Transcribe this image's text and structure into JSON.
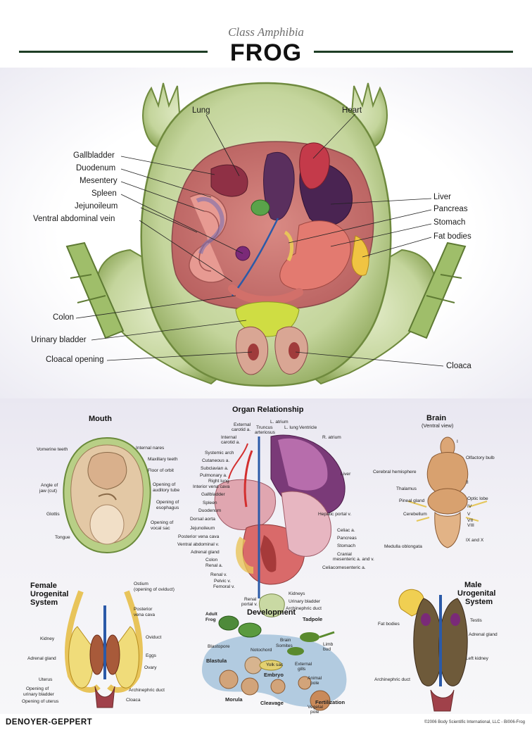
{
  "header": {
    "subtitle": "Class Amphibia",
    "title": "FROG"
  },
  "main_labels": {
    "lung": "Lung",
    "heart": "Heart",
    "gallbladder": "Gallbladder",
    "duodenum": "Duodenum",
    "mesentery": "Mesentery",
    "spleen": "Spleen",
    "jejunoileum": "Jejunoileum",
    "ventral_abdominal_vein": "Ventral abdominal vein",
    "liver": "Liver",
    "pancreas": "Pancreas",
    "stomach": "Stomach",
    "fat_bodies": "Fat bodies",
    "colon": "Colon",
    "urinary_bladder": "Urinary bladder",
    "cloacal_opening": "Cloacal opening",
    "cloaca": "Cloaca"
  },
  "mouth": {
    "title": "Mouth",
    "vomerine_teeth": "Vomerine teeth",
    "internal_nares": "Internal nares",
    "maxillary_teeth": "Maxillary teeth",
    "floor_of_orbit": "Floor of orbit",
    "angle_of_jaw_1": "Angle of",
    "angle_of_jaw_2": "jaw (cut)",
    "opening_auditory_1": "Opening of",
    "opening_auditory_2": "auditory tube",
    "opening_esophagus_1": "Opening of",
    "opening_esophagus_2": "esophagus",
    "glottis": "Glottis",
    "opening_vocal_1": "Opening of",
    "opening_vocal_2": "vocal sac",
    "tongue": "Tongue"
  },
  "organ": {
    "title": "Organ Relationship",
    "external_carotid_1": "External",
    "external_carotid_2": "carotid a.",
    "truncus_1": "Truncus",
    "truncus_2": "arteriosus",
    "l_atrium": "L. atrium",
    "l_lung": "L. lung",
    "ventricle": "Ventricle",
    "r_atrium": "R. atrium",
    "internal_carotid_1": "Internal",
    "internal_carotid_2": "carotid a.",
    "systemic_arch": "Systemic arch",
    "cutaneous": "Cutaneous a.",
    "subclavian": "Subclavian a.",
    "pulmonary": "Pulmonary a.",
    "right_lung": "Right lung",
    "interior_vena_cava": "Interior vena cava",
    "gallbladder": "Gallbladder",
    "spleen": "Spleen",
    "duodenum": "Duodenum",
    "dorsal_aorta": "Dorsal aorta",
    "jejunoileum": "Jejunoileum",
    "posterior_vena_cava": "Posterior vena cava",
    "ventral_abdominal": "Ventral abdominal v.",
    "adrenal_gland": "Adrenal gland",
    "colon": "Colon",
    "renal_a": "Renal a.",
    "renal_v": "Renal v.",
    "pelvic_v": "Pelvic v.",
    "femoral_v": "Femoral v.",
    "liver": "Liver",
    "hepatic_portal": "Hepatic portal v.",
    "celiac": "Celiac a.",
    "pancreas": "Pancreas",
    "stomach": "Stomach",
    "cranial_mes_1": "Cranial",
    "cranial_mes_2": "mesenteric a. and v.",
    "celiacomesenteric": "Celiacomesenteric a.",
    "kidneys": "Kidneys",
    "urinary_bladder": "Urinary bladder",
    "archinephric_duct": "Archinephric duct",
    "renal_portal_1": "Renal",
    "renal_portal_2": "portal v."
  },
  "brain": {
    "title": "Brain",
    "subtitle": "(Ventral view)",
    "n1": "I",
    "olfactory_bulb": "Olfactory bulb",
    "cerebral_hemisphere": "Cerebral hemisphere",
    "n2": "II",
    "thalamus": "Thalamus",
    "pineal_gland": "Pineal gland",
    "optic_lobe": "Optic lobe",
    "n4": "IV",
    "cerebellum": "Cerebellum",
    "n5": "V",
    "n7": "VII",
    "n8": "VIII",
    "medulla": "Medulla oblongata",
    "n9": "IX and X"
  },
  "female": {
    "title_1": "Female",
    "title_2": "Urogenital",
    "title_3": "System",
    "ostium_1": "Ostium",
    "ostium_2": "(opening of oviduct)",
    "posterior_vc_1": "Posterior",
    "posterior_vc_2": "vena cava",
    "kidney": "Kidney",
    "oviduct": "Oviduct",
    "adrenal_gland": "Adrenal gland",
    "eggs": "Eggs",
    "ovary": "Ovary",
    "uterus": "Uterus",
    "opening_bladder_1": "Opening of",
    "opening_bladder_2": "urinary bladder",
    "archinephric_duct": "Archinephric duct",
    "opening_uterus": "Opening of uterus",
    "cloaca": "Cloaca"
  },
  "development": {
    "title": "Development",
    "adult_1": "Adult",
    "adult_2": "Frog",
    "tadpole": "Tadpole",
    "blastopore": "Blastopore",
    "notochord": "Notochord",
    "somites": "Somites",
    "brain": "Brain",
    "limb_1": "Limb",
    "limb_2": "bud",
    "blastula": "Blastula",
    "yolk_sac": "Yolk sac",
    "external_1": "External",
    "external_2": "gills",
    "embryo": "Embryo",
    "animal_1": "Animal",
    "animal_2": "pole",
    "morula": "Morula",
    "cleavage": "Cleavage",
    "vegetal_1": "Vegetal",
    "vegetal_2": "pole",
    "fertilization": "Fertilization"
  },
  "male": {
    "title_1": "Male",
    "title_2": "Urogenital",
    "title_3": "System",
    "fat_bodies": "Fat bodies",
    "testis": "Testis",
    "adrenal_gland": "Adrenal gland",
    "left_kidney": "Left kidney",
    "archinephric_duct": "Archinephric duct"
  },
  "footer": {
    "brand": "DENOYER-GEPPERT",
    "copyright": "©2006 Body Scientific International, LLC - BI006-Frog"
  },
  "colors": {
    "skin": "#c8d7a6",
    "skin_dark": "#7f9a4e",
    "rule": "#1e3d25"
  }
}
